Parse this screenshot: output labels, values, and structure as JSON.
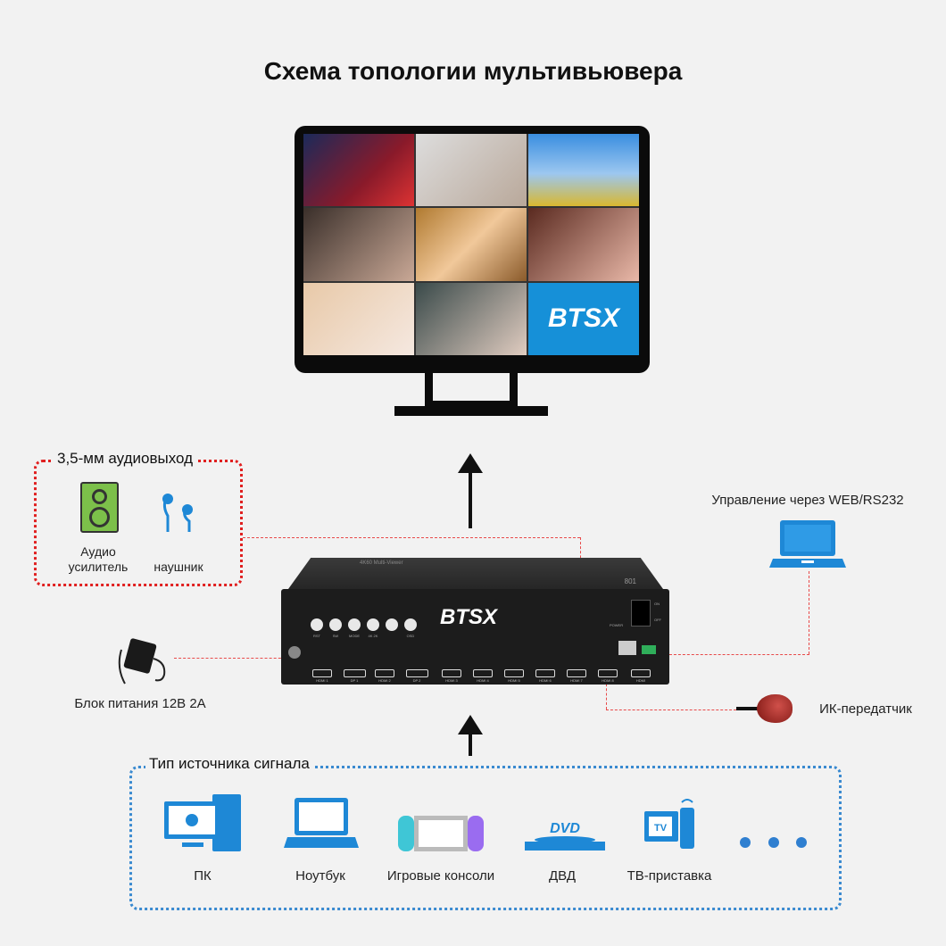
{
  "title": "Схема топологии мультивьювера",
  "monitor": {
    "logo_text": "BTSX"
  },
  "audio": {
    "box_title": "3,5-мм аудиовыход",
    "speaker_label_1": "Аудио",
    "speaker_label_2": "усилитель",
    "headphone_label": "наушник"
  },
  "control": {
    "label": "Управление через WEB/RS232"
  },
  "power": {
    "label": "Блок питания 12В 2А"
  },
  "ir": {
    "label": "ИК-передатчик"
  },
  "device": {
    "logo": "BTSX",
    "top_text": "4K60 Multi-Viewer",
    "model": "801",
    "buttons": [
      "RST",
      "SW",
      "MODE",
      "4K 2K",
      "",
      "OSD"
    ],
    "ports": [
      "HDMI 1",
      "DP 1",
      "HDMI 2",
      "DP 2",
      "HDMI 3",
      "HDMI 4",
      "HDMI 5",
      "HDMI 6",
      "HDMI 7",
      "HDMI 8",
      "HDMI"
    ],
    "power_label": "POWER",
    "on": "ON",
    "off": "OFF"
  },
  "sources": {
    "box_title": "Тип источника сигнала",
    "items": [
      {
        "label": "ПК"
      },
      {
        "label": "Ноутбук"
      },
      {
        "label": "Игровые консоли"
      },
      {
        "label": "ДВД"
      },
      {
        "label": "ТВ-приставка"
      }
    ],
    "dvd_text": "DVD",
    "tv_text": "TV"
  },
  "colors": {
    "accent": "#1e88d6",
    "red": "#e02020"
  }
}
